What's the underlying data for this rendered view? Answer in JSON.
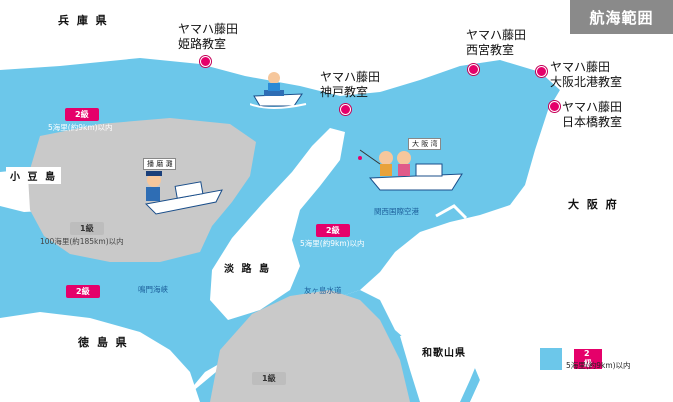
{
  "title": "航海範囲",
  "colors": {
    "sea": "#6cc7ea",
    "zone1": "#c9c9c9",
    "marker": "#e5006a",
    "title_bg": "#8a8a8a"
  },
  "prefectures": {
    "hyogo": "兵 庫 県",
    "osaka": "大 阪 府",
    "tokushima": "徳 島 県",
    "wakayama": "和歌山県"
  },
  "islands": {
    "shodoshima": "小 豆 島",
    "awajishima": "淡 路 島"
  },
  "schools": {
    "himeji": [
      "ヤマハ藤田",
      "姫路教室"
    ],
    "kobe": [
      "ヤマハ藤田",
      "神戸教室"
    ],
    "nishinomiya": [
      "ヤマハ藤田",
      "西宮教室"
    ],
    "osaka_kita": [
      "ヤマハ藤田",
      "大阪北港教室"
    ],
    "nihonbashi": [
      "ヤマハ藤田",
      "日本橋教室"
    ]
  },
  "zones": {
    "class2_label": "2級",
    "class2_desc": "5海里(約9km)以内",
    "class1_label": "1級",
    "class1_desc": "100海里(約185km)以内"
  },
  "water_names": {
    "harimanada": "播 磨 灘",
    "osakawan": "大 阪 湾",
    "kix": "関西国際空港",
    "naruto": "鳴門海峡",
    "tomogashima": "友ヶ島水道"
  },
  "legend": {
    "label": "2級",
    "desc": "5海里(約9km)以内"
  },
  "icons": [
    "boat-icon",
    "person-icon",
    "fishing-boat-icon",
    "location-marker-icon"
  ]
}
